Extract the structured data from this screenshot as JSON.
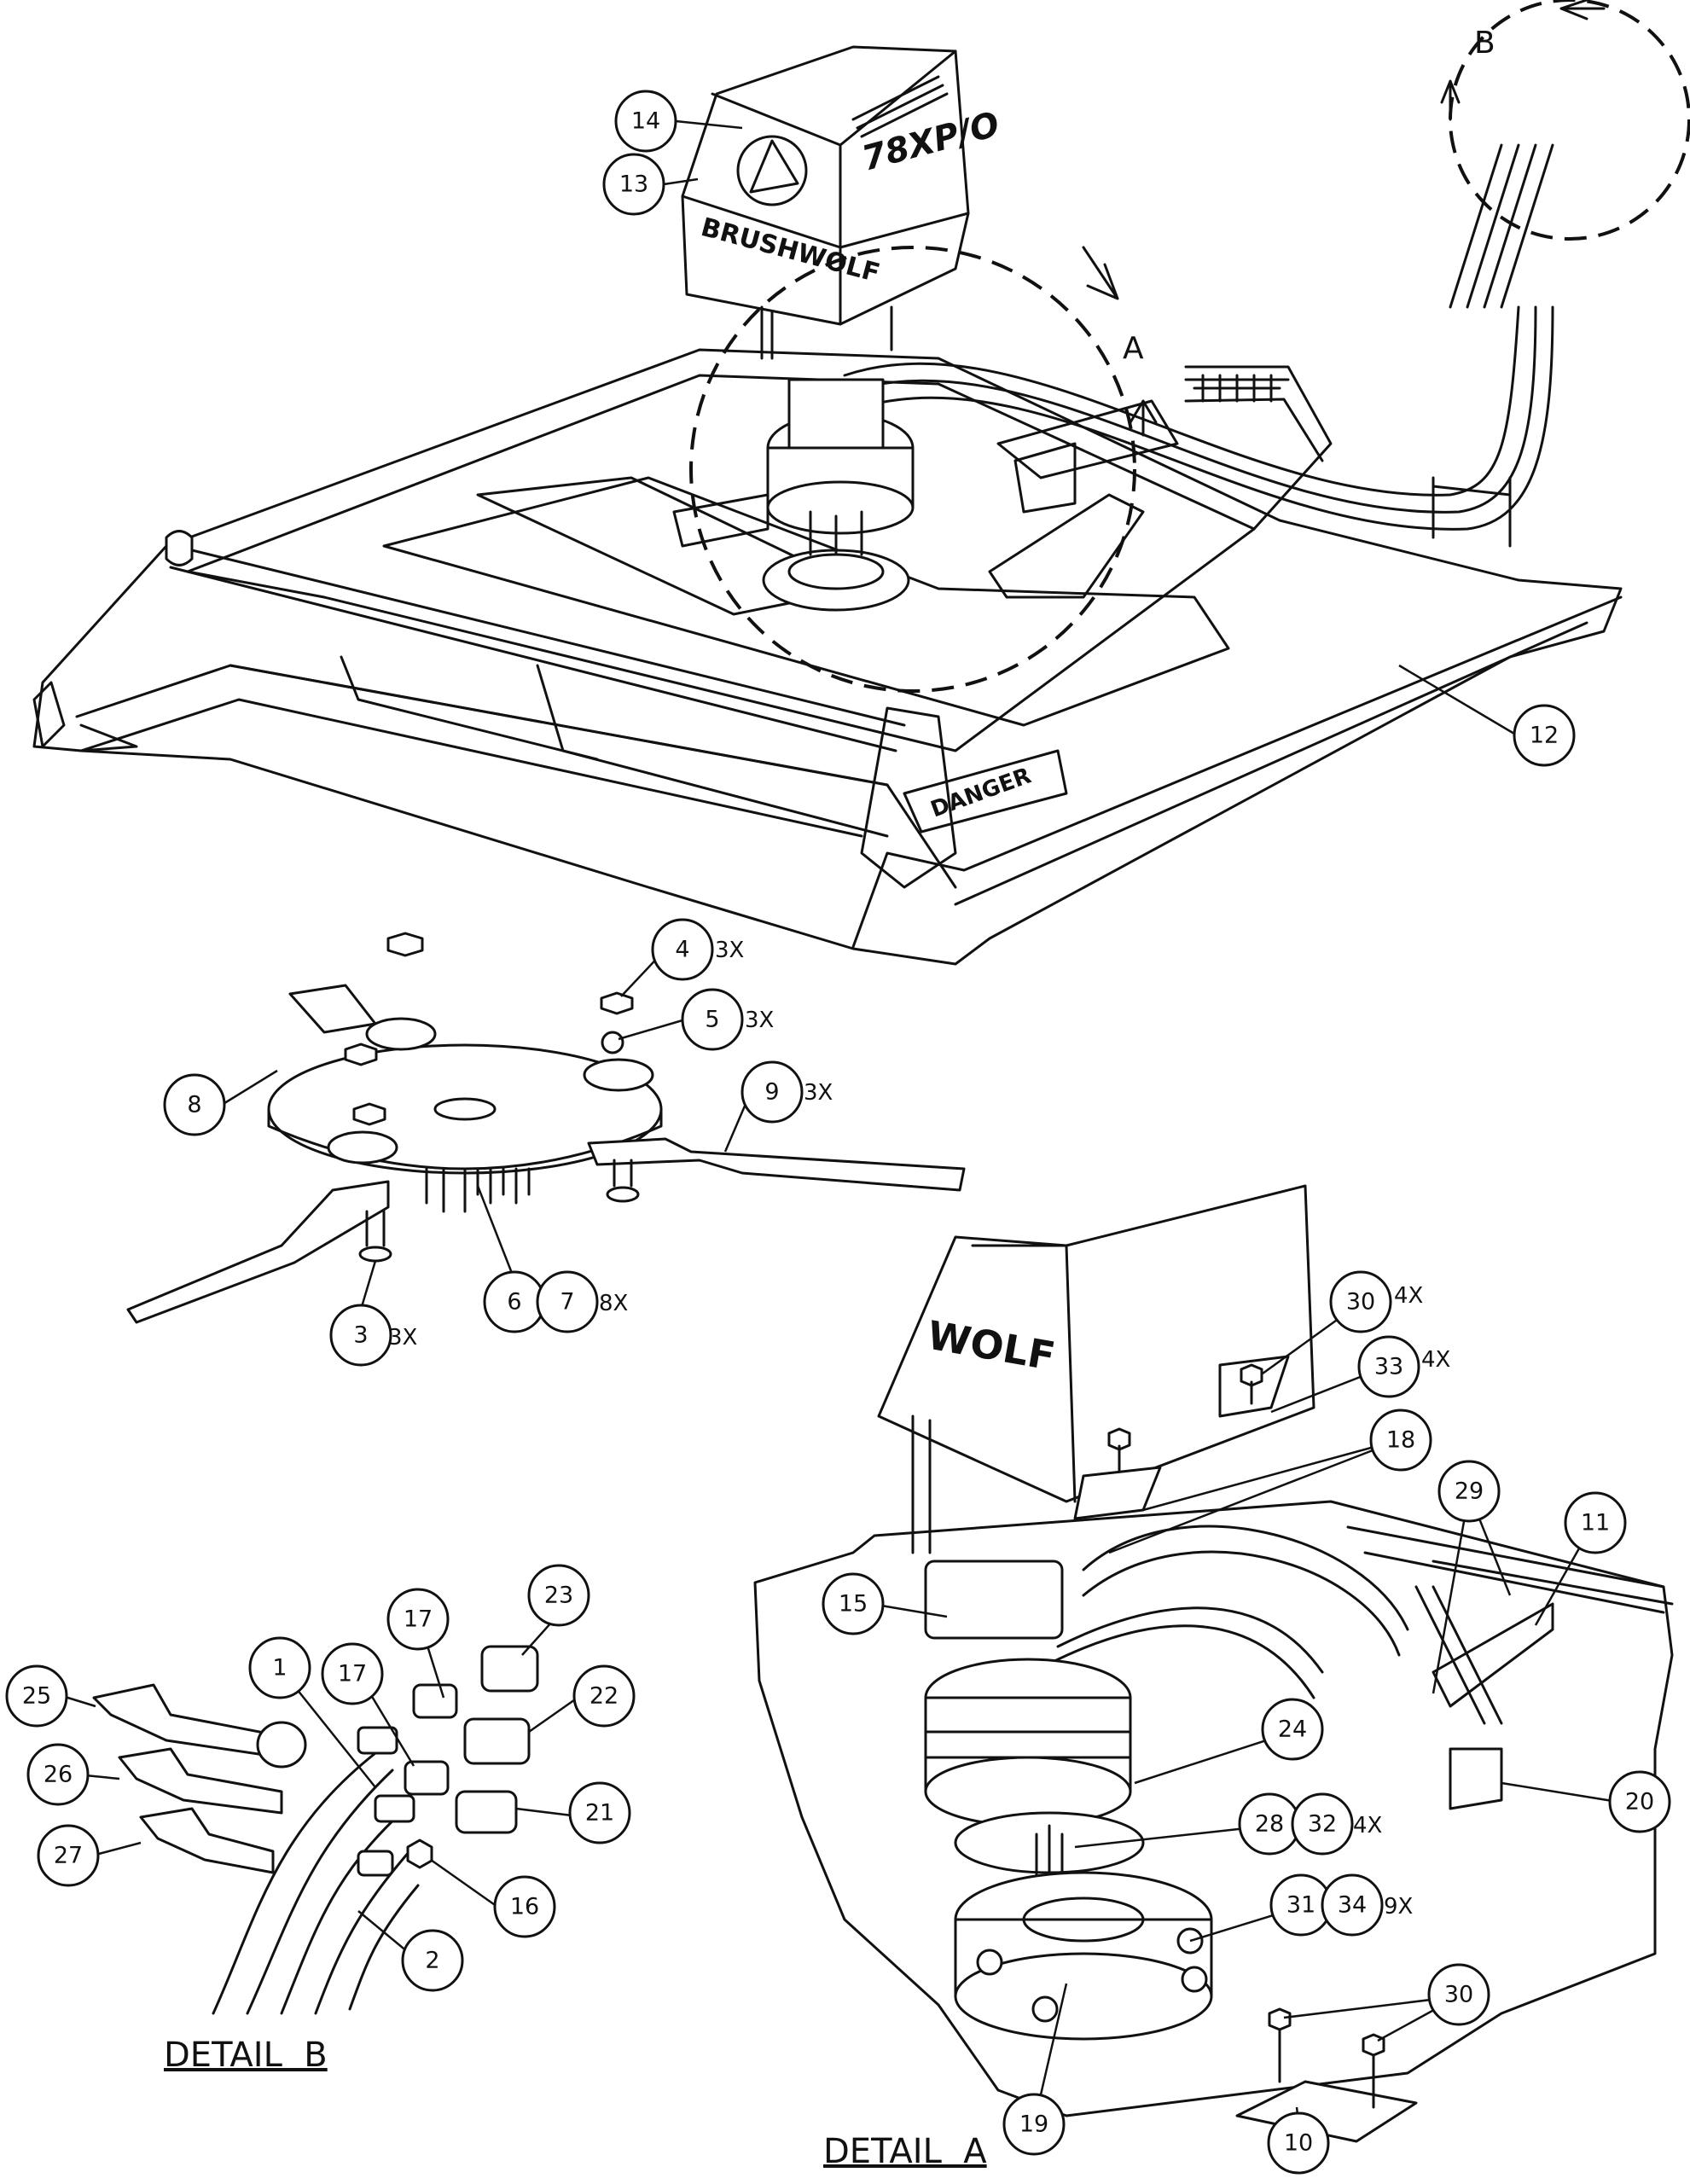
{
  "decals": {
    "model": "78XP/O",
    "brand": "BRUSHWOLF",
    "danger": "DANGER",
    "brand_partial": "WOLF"
  },
  "detail_markers": {
    "a": "A",
    "b": "B"
  },
  "section_titles": {
    "detail_a": "DETAIL  A",
    "detail_b": "DETAIL  B"
  },
  "callouts": [
    {
      "id": "c14",
      "number": "14",
      "qty": ""
    },
    {
      "id": "c13",
      "number": "13",
      "qty": ""
    },
    {
      "id": "c12",
      "number": "12",
      "qty": ""
    },
    {
      "id": "c4",
      "number": "4",
      "qty": "3X"
    },
    {
      "id": "c5",
      "number": "5",
      "qty": "3X"
    },
    {
      "id": "c8",
      "number": "8",
      "qty": ""
    },
    {
      "id": "c9",
      "number": "9",
      "qty": "3X"
    },
    {
      "id": "c6",
      "number": "6",
      "qty": ""
    },
    {
      "id": "c7",
      "number": "7",
      "qty": "8X"
    },
    {
      "id": "c3",
      "number": "3",
      "qty": "3X"
    },
    {
      "id": "c30a",
      "number": "30",
      "qty": "4X"
    },
    {
      "id": "c33",
      "number": "33",
      "qty": "4X"
    },
    {
      "id": "c18",
      "number": "18",
      "qty": ""
    },
    {
      "id": "c29",
      "number": "29",
      "qty": ""
    },
    {
      "id": "c11",
      "number": "11",
      "qty": ""
    },
    {
      "id": "c15",
      "number": "15",
      "qty": ""
    },
    {
      "id": "c24",
      "number": "24",
      "qty": ""
    },
    {
      "id": "c20",
      "number": "20",
      "qty": ""
    },
    {
      "id": "c28",
      "number": "28",
      "qty": ""
    },
    {
      "id": "c32",
      "number": "32",
      "qty": "4X"
    },
    {
      "id": "c31",
      "number": "31",
      "qty": ""
    },
    {
      "id": "c34",
      "number": "34",
      "qty": "9X"
    },
    {
      "id": "c30b",
      "number": "30",
      "qty": ""
    },
    {
      "id": "c19",
      "number": "19",
      "qty": ""
    },
    {
      "id": "c10",
      "number": "10",
      "qty": ""
    },
    {
      "id": "c17a",
      "number": "17",
      "qty": ""
    },
    {
      "id": "c23",
      "number": "23",
      "qty": ""
    },
    {
      "id": "c1",
      "number": "1",
      "qty": ""
    },
    {
      "id": "c17b",
      "number": "17",
      "qty": ""
    },
    {
      "id": "c22",
      "number": "22",
      "qty": ""
    },
    {
      "id": "c25",
      "number": "25",
      "qty": ""
    },
    {
      "id": "c26",
      "number": "26",
      "qty": ""
    },
    {
      "id": "c21",
      "number": "21",
      "qty": ""
    },
    {
      "id": "c27",
      "number": "27",
      "qty": ""
    },
    {
      "id": "c16",
      "number": "16",
      "qty": ""
    },
    {
      "id": "c2",
      "number": "2",
      "qty": ""
    }
  ]
}
